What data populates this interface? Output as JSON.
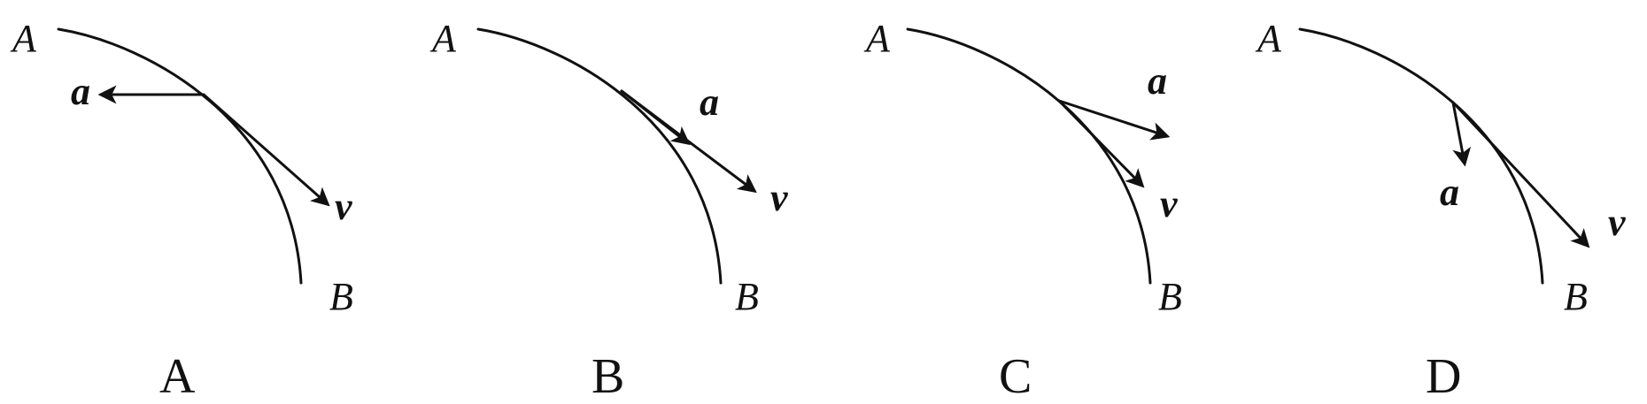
{
  "colors": {
    "ink": "#111111",
    "background": "#ffffff"
  },
  "labels": {
    "start_point": "A",
    "end_point": "B",
    "velocity": "v",
    "acceleration": "a"
  },
  "options": [
    {
      "key": "A",
      "label": "A"
    },
    {
      "key": "B",
      "label": "B"
    },
    {
      "key": "C",
      "label": "C"
    },
    {
      "key": "D",
      "label": "D"
    }
  ]
}
